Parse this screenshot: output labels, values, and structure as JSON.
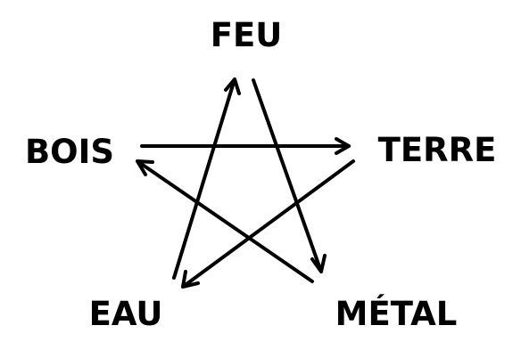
{
  "nodes": {
    "feu": "FEU",
    "terre": "TERRE",
    "metal": "MÉTAL",
    "eau": "EAU",
    "bois": "BOIS"
  },
  "colors": {
    "background": "#ffffff",
    "ink": "#000000"
  }
}
